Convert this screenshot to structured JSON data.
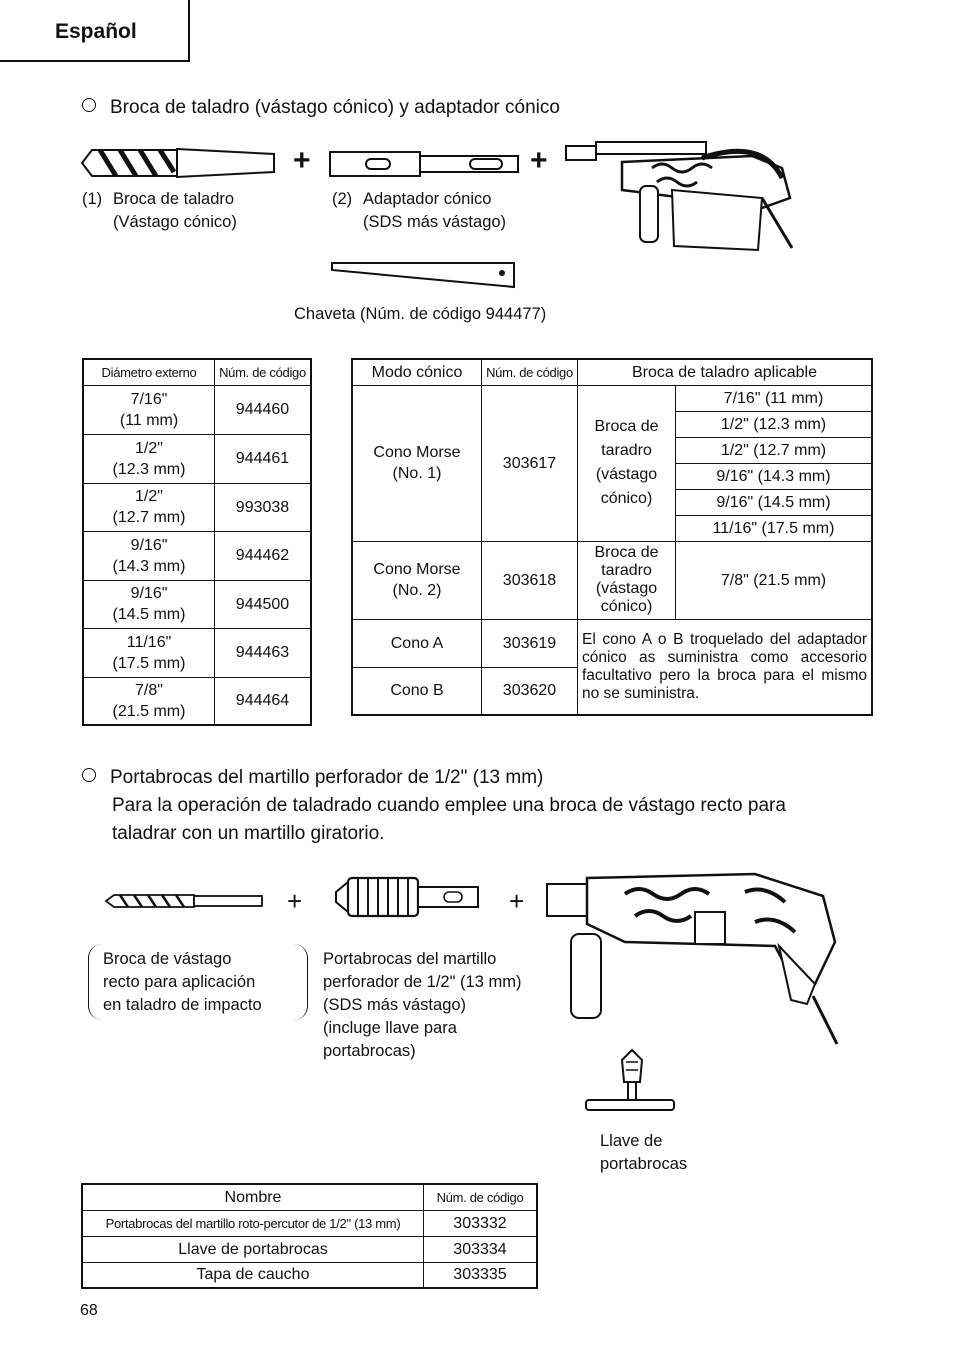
{
  "header": {
    "language": "Español"
  },
  "section1": {
    "title": "Broca de taladro (vástago cónico) y adaptador cónico",
    "item1_num": "(1)",
    "item1_line1": "Broca de taladro",
    "item1_line2": "(Vástago cónico)",
    "item2_num": "(2)",
    "item2_line1": "Adaptador cónico",
    "item2_line2": "(SDS más vástago)",
    "plus": "+",
    "cotter": "Chaveta (Núm. de código 944477)"
  },
  "table1": {
    "headers": [
      "Diámetro externo",
      "Núm. de código"
    ],
    "rows": [
      {
        "d1": "7/16\"",
        "d2": "(11 mm)",
        "code": "944460"
      },
      {
        "d1": "1/2\"",
        "d2": "(12.3 mm)",
        "code": "944461"
      },
      {
        "d1": "1/2\"",
        "d2": "(12.7 mm)",
        "code": "993038"
      },
      {
        "d1": "9/16\"",
        "d2": "(14.3 mm)",
        "code": "944462"
      },
      {
        "d1": "9/16\"",
        "d2": "(14.5 mm)",
        "code": "944500"
      },
      {
        "d1": "11/16\"",
        "d2": "(17.5 mm)",
        "code": "944463"
      },
      {
        "d1": "7/8\"",
        "d2": "(21.5 mm)",
        "code": "944464"
      }
    ]
  },
  "table2": {
    "headers": [
      "Modo cónico",
      "Núm. de código",
      "Broca de taladro aplicable"
    ],
    "morse1": {
      "mode1": "Cono Morse",
      "mode2": "(No. 1)",
      "code": "303617",
      "bit": [
        "Broca de",
        "taradro",
        "(vástago",
        "cónico)"
      ],
      "sizes": [
        "7/16\" (11 mm)",
        "1/2\" (12.3 mm)",
        "1/2\" (12.7 mm)",
        "9/16\" (14.3 mm)",
        "9/16\" (14.5 mm)",
        "11/16\" (17.5 mm)"
      ]
    },
    "morse2": {
      "mode1": "Cono Morse",
      "mode2": "(No. 2)",
      "code": "303618",
      "bit": [
        "Broca de",
        "taradro",
        "(vástago",
        "cónico)"
      ],
      "size": "7/8\" (21.5 mm)"
    },
    "conoA": {
      "mode": "Cono A",
      "code": "303619"
    },
    "conoB": {
      "mode": "Cono B",
      "code": "303620"
    },
    "note": "El cono A o B troquelado del adaptador cónico as suministra como accesorio facultativo pero la broca para el mismo no se suministra."
  },
  "section2": {
    "title": "Portabrocas del martillo perforador de 1/2\" (13 mm)",
    "desc1": "Para la operación de taladrado cuando emplee una broca de vástago recto para",
    "desc2": "taladrar con un martillo giratorio.",
    "cap1": [
      "Broca de vástago",
      "recto para aplicación",
      "en taladro de impacto"
    ],
    "cap2": [
      "Portabrocas del martillo",
      "perforador de 1/2\" (13 mm)",
      "(SDS más vástago)",
      "(incluge llave para",
      "portabrocas)"
    ],
    "cap3": [
      "Llave de",
      "portabrocas"
    ]
  },
  "table3": {
    "headers": [
      "Nombre",
      "Núm. de código"
    ],
    "rows": [
      {
        "name": "Portabrocas del martillo roto-percutor de 1/2\" (13 mm)",
        "code": "303332"
      },
      {
        "name": "Llave de portabrocas",
        "code": "303334"
      },
      {
        "name": "Tapa de caucho",
        "code": "303335"
      }
    ]
  },
  "page_number": "68"
}
